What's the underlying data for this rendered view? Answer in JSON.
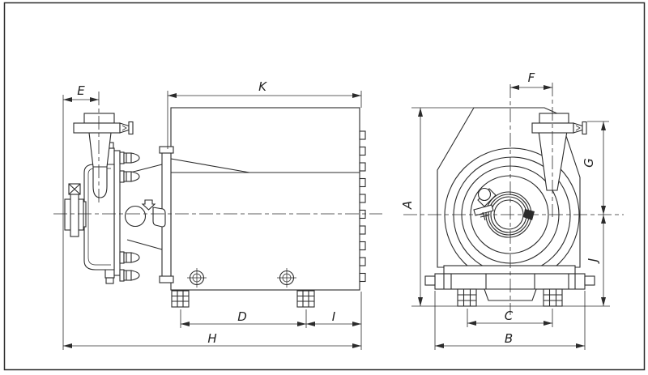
{
  "drawing": {
    "description_labels_only": true,
    "colors": {
      "line": "#2b2b2b",
      "background": "#ffffff"
    }
  },
  "side_view": {
    "dimension_labels": [
      "E",
      "K",
      "D",
      "I",
      "H"
    ]
  },
  "front_view": {
    "dimension_labels": [
      "F",
      "A",
      "G",
      "J",
      "C",
      "B"
    ]
  }
}
